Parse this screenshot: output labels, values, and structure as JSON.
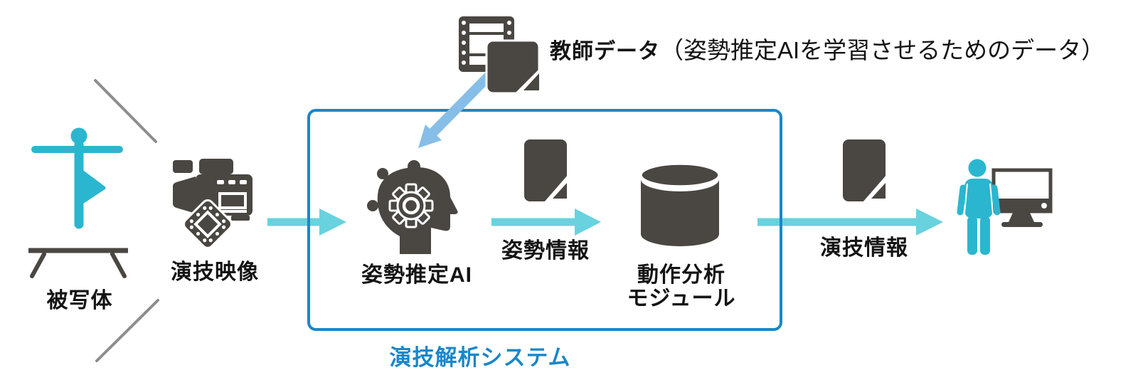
{
  "diagram": {
    "subject": {
      "label": "被写体"
    },
    "camera": {
      "label": "演技映像"
    },
    "training_data": {
      "label": "教師データ",
      "note": "（姿勢推定AIを学習させるためのデータ）"
    },
    "system": {
      "label": "演技解析システム"
    },
    "pose_ai": {
      "label": "姿勢推定AI"
    },
    "pose_info": {
      "label": "姿勢情報"
    },
    "analysis_module": {
      "label_line1": "動作分析",
      "label_line2": "モジュール"
    },
    "performance_info": {
      "label": "演技情報"
    }
  },
  "icons": {
    "subject": "gymnast-on-balance-beam-icon",
    "camera": "video-camera-with-film-frame-icon",
    "training_data": "film-strip-with-document-icon",
    "pose_ai": "head-with-gear-network-icon",
    "pose_info": "document-icon",
    "analysis_module": "database-cylinder-icon",
    "performance_info": "document-icon",
    "viewer": "person-with-monitor-icon"
  },
  "colors": {
    "system_blue": "#1a87c9",
    "flow_arrow_cyan": "#68d2de",
    "training_arrow_blue": "#86bee8",
    "icon_dark": "#4a4642",
    "person_cyan": "#2bb6cf",
    "fov_line_gray": "#8d8d8d",
    "text": "#141414"
  }
}
